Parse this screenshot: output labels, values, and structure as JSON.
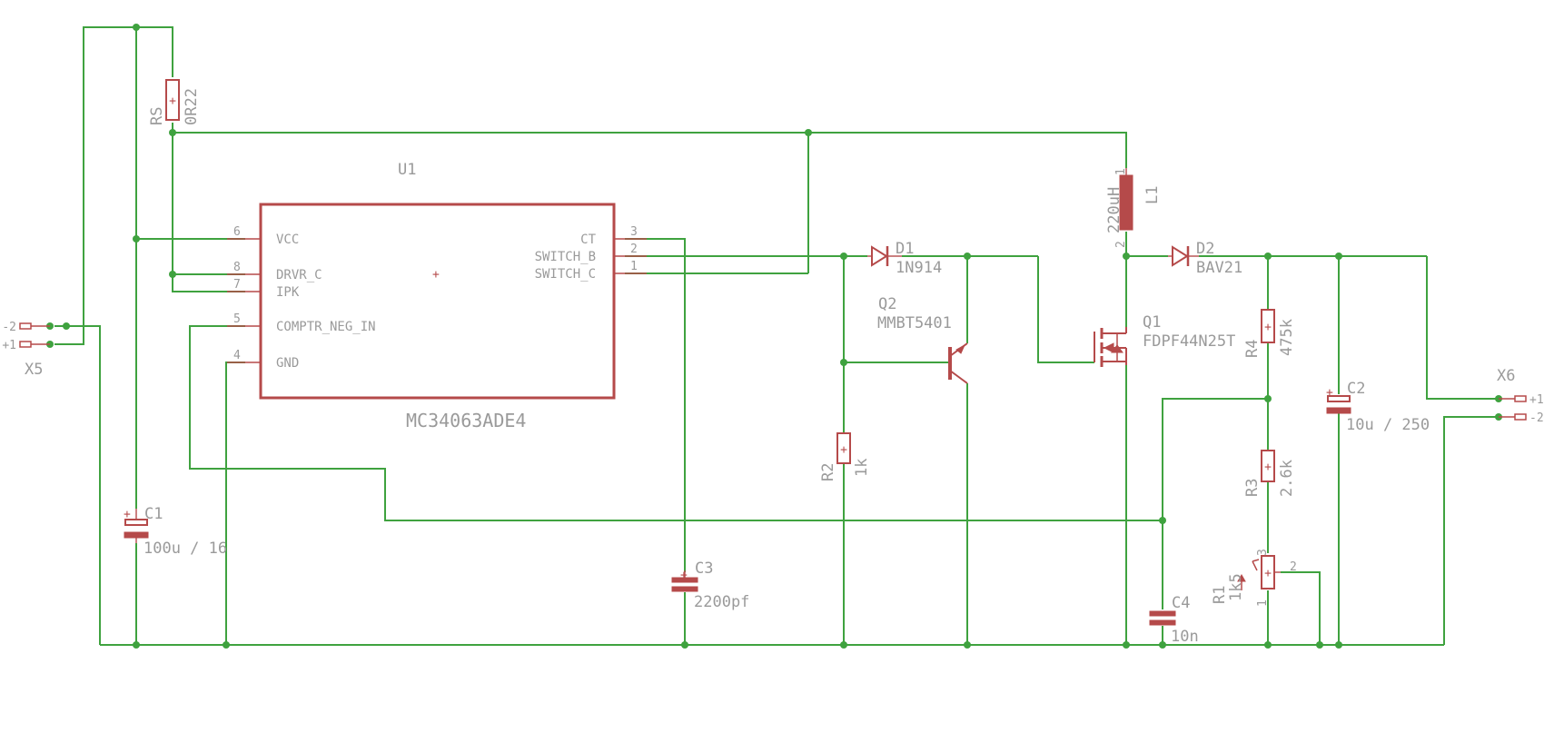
{
  "components": {
    "U1": {
      "ref": "U1",
      "value": "MC34063ADE4"
    },
    "RS": {
      "ref": "RS",
      "value": "0R22"
    },
    "C1": {
      "ref": "C1",
      "value": "100u / 16"
    },
    "C2": {
      "ref": "C2",
      "value": "10u / 250"
    },
    "C3": {
      "ref": "C3",
      "value": "2200pf"
    },
    "C4": {
      "ref": "C4",
      "value": "10n"
    },
    "D1": {
      "ref": "D1",
      "value": "1N914"
    },
    "D2": {
      "ref": "D2",
      "value": "BAV21"
    },
    "Q1": {
      "ref": "Q1",
      "value": "FDPF44N25T"
    },
    "Q2": {
      "ref": "Q2",
      "value": "MMBT5401"
    },
    "R1": {
      "ref": "R1",
      "value": "1k5"
    },
    "R2": {
      "ref": "R2",
      "value": "1k"
    },
    "R3": {
      "ref": "R3",
      "value": "2.6k"
    },
    "R4": {
      "ref": "R4",
      "value": "475k"
    },
    "L1": {
      "ref": "L1",
      "value": "220uH"
    },
    "X5": {
      "ref": "X5"
    },
    "X6": {
      "ref": "X6"
    }
  },
  "u1_pins": {
    "left": [
      {
        "num": "6",
        "name": "VCC"
      },
      {
        "num": "8",
        "name": "DRVR_C"
      },
      {
        "num": "7",
        "name": "IPK"
      },
      {
        "num": "5",
        "name": "COMPTR_NEG_IN"
      },
      {
        "num": "4",
        "name": "GND"
      }
    ],
    "right": [
      {
        "num": "3",
        "name": "CT"
      },
      {
        "num": "2",
        "name": "SWITCH_B"
      },
      {
        "num": "1",
        "name": "SWITCH_C"
      }
    ]
  },
  "connector_pins": {
    "x5": [
      "-2",
      "+1"
    ],
    "x6": [
      "+1",
      "-2"
    ]
  },
  "pin_numbers": {
    "l1": [
      "1",
      "2"
    ],
    "r1": [
      "3",
      "2",
      "1"
    ]
  },
  "marks": {
    "plus": "+"
  },
  "colors": {
    "wire": "#3fa23f",
    "component": "#b54a4a",
    "text": "#9a9a9a"
  }
}
